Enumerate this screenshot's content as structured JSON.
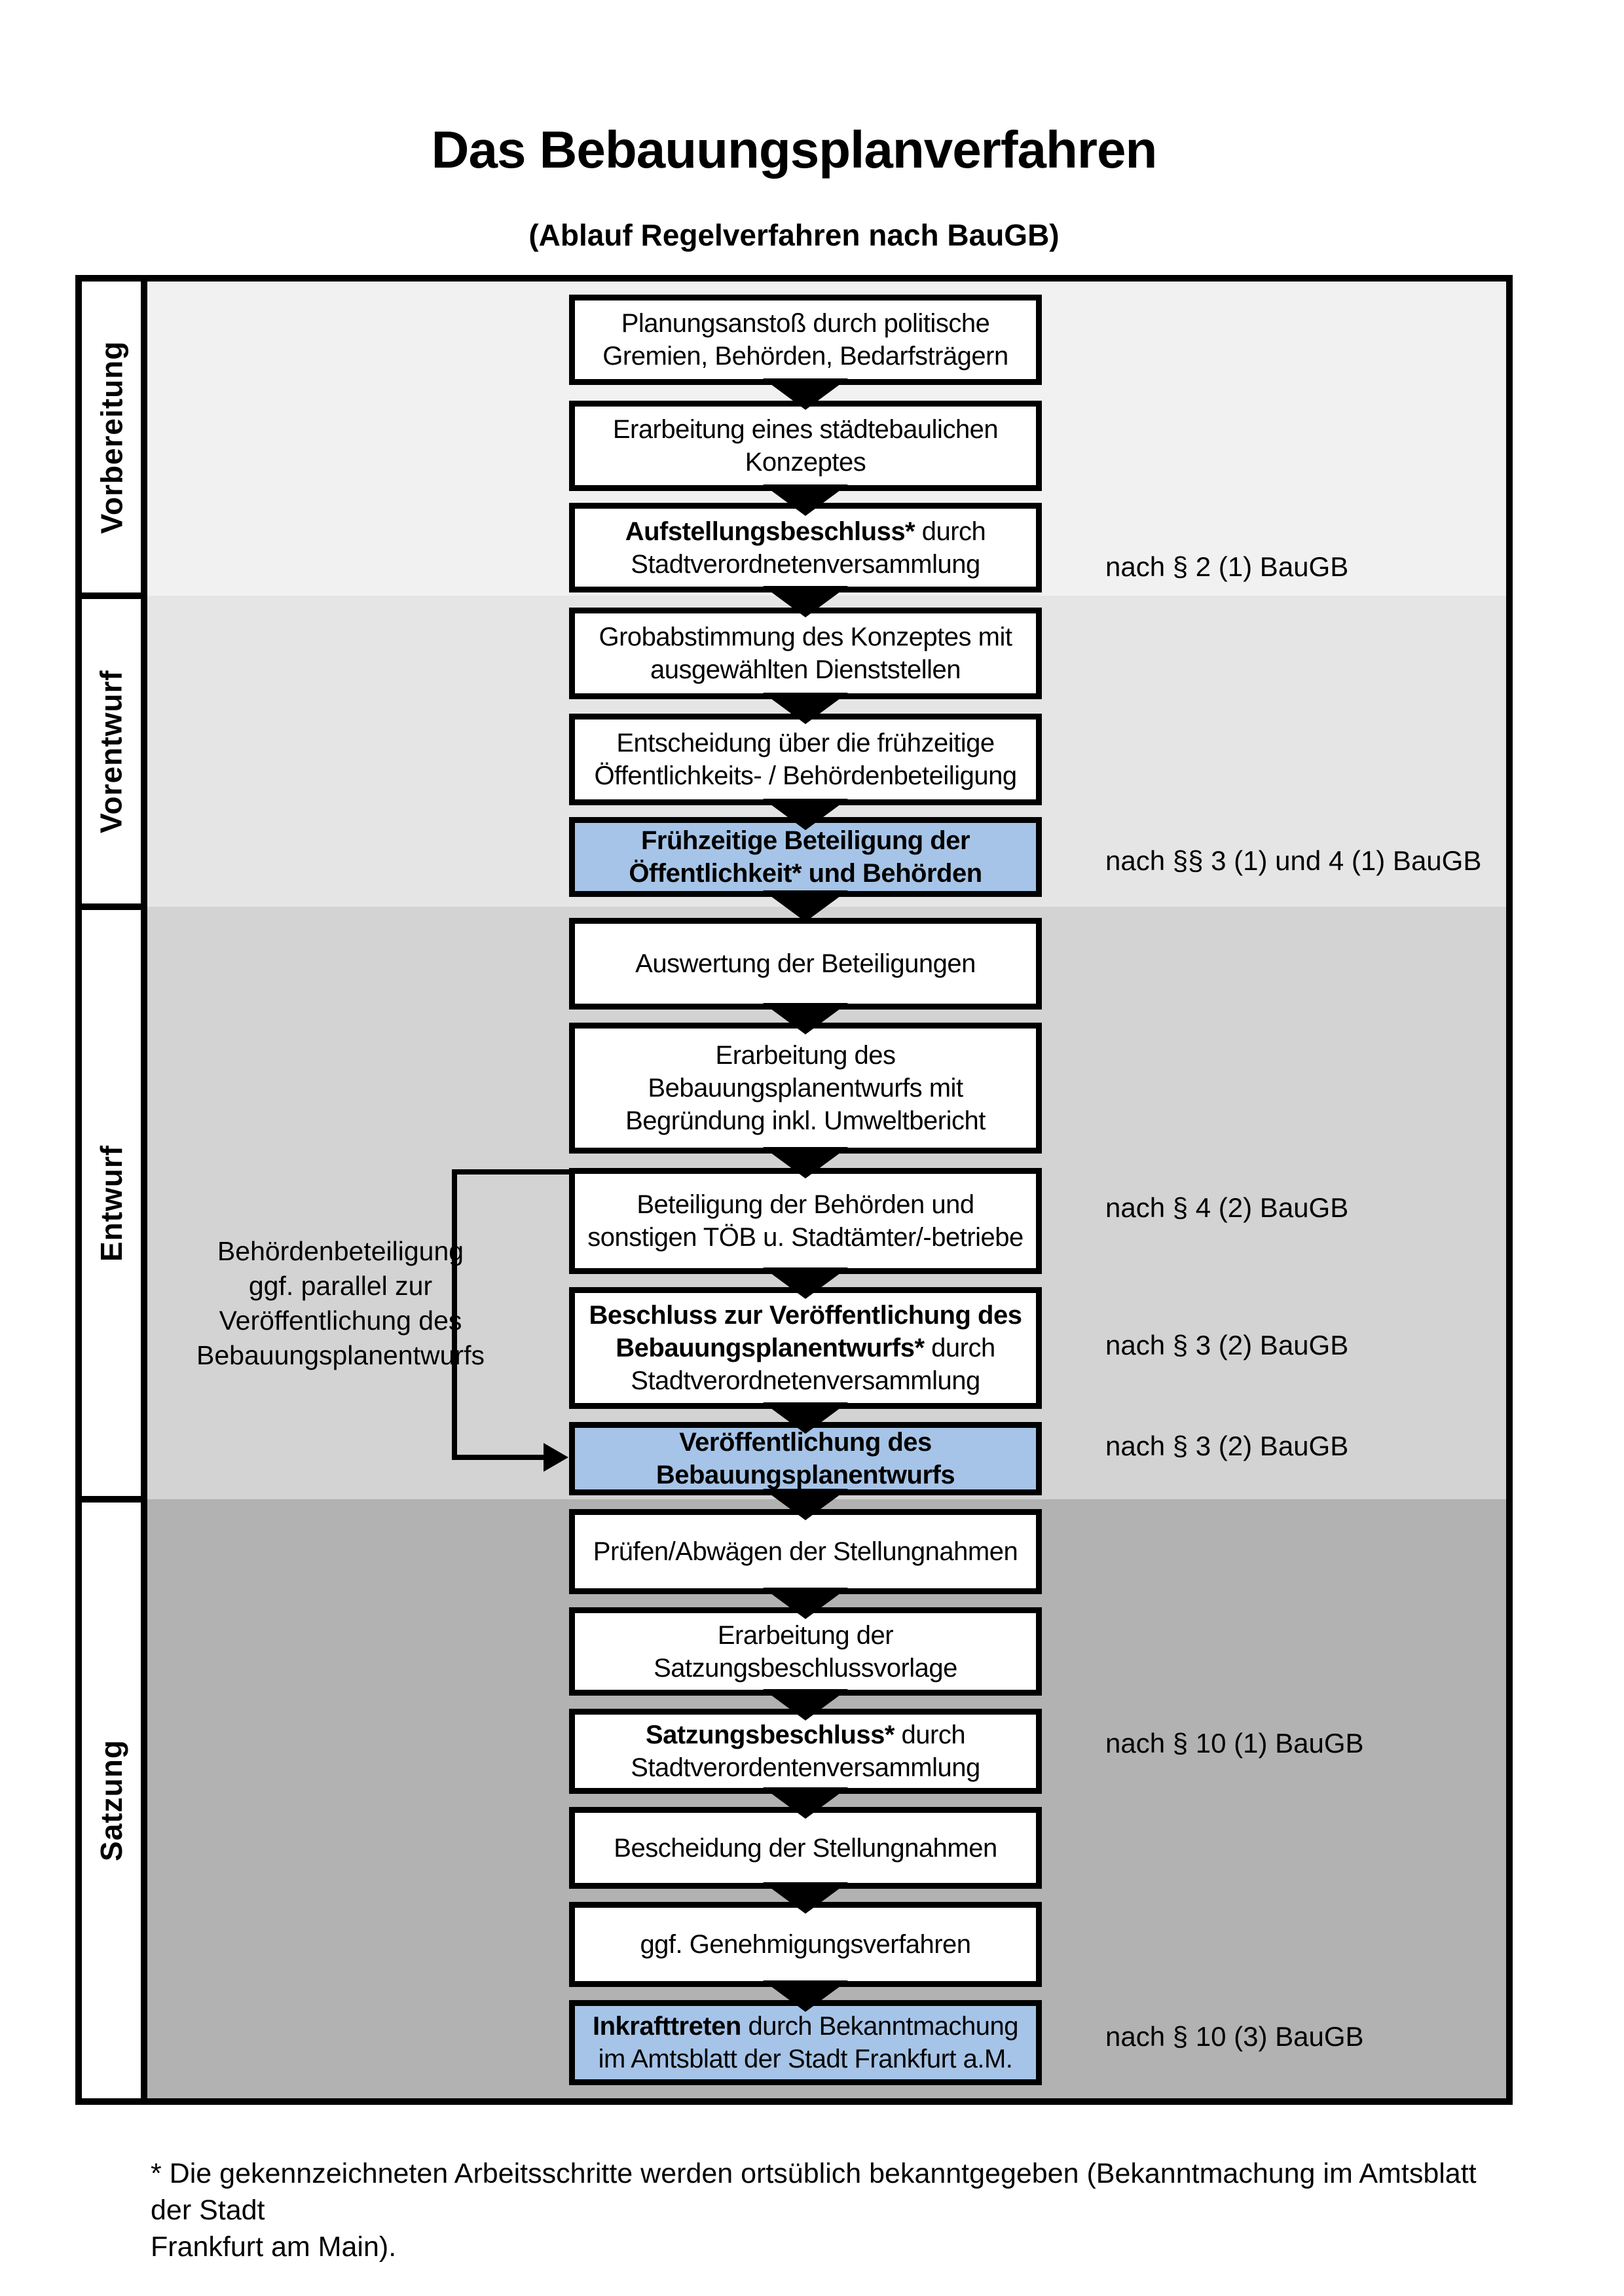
{
  "title": "Das Bebauungsplanverfahren",
  "subtitle": "(Ablauf Regelverfahren nach BauGB)",
  "phases": [
    {
      "label": "Vorbereitung"
    },
    {
      "label": "Vorentwurf"
    },
    {
      "label": "Entwurf"
    },
    {
      "label": "Satzung"
    }
  ],
  "steps": [
    {
      "l1": "Planungsanstoß durch politische",
      "l2": "Gremien, Behörden, Bedarfsträgern"
    },
    {
      "l1": "Erarbeitung eines städtebaulichen",
      "l2": "Konzeptes"
    },
    {
      "l1b": "Aufstellungsbeschluss*",
      "l1": " durch",
      "l2": "Stadtverordnetenversammlung",
      "ref": "nach § 2 (1) BauGB"
    },
    {
      "l1": "Grobabstimmung des Konzeptes mit",
      "l2": "ausgewählten Dienststellen"
    },
    {
      "l1": "Entscheidung über die frühzeitige",
      "l2": "Öffentlichkeits- / Behördenbeteiligung"
    },
    {
      "l1": "Frühzeitige Beteiligung der",
      "l2": "Öffentlichkeit* und Behörden",
      "highlighted": true,
      "ref": "nach §§ 3 (1) und 4 (1) BauGB"
    },
    {
      "l1": "Auswertung der Beteiligungen"
    },
    {
      "l1": "Erarbeitung des",
      "l2": "Bebauungsplanentwurfs mit",
      "l3": "Begründung inkl. Umweltbericht"
    },
    {
      "l1": "Beteiligung der Behörden und",
      "l2": "sonstigen TÖB u. Stadtämter/-betriebe",
      "ref": "nach § 4 (2) BauGB"
    },
    {
      "l1b": "Beschluss zur Veröffentlichung des",
      "l2b": "Bebauungsplanentwurfs*",
      "l2": " durch",
      "l3": "Stadtverordnetenversammlung",
      "ref": "nach § 3 (2) BauGB"
    },
    {
      "l1": "Veröffentlichung des",
      "l2": "Bebauungsplanentwurfs",
      "highlighted": true,
      "ref": "nach § 3 (2) BauGB"
    },
    {
      "l1": "Prüfen/Abwägen der Stellungnahmen"
    },
    {
      "l1": "Erarbeitung der",
      "l2": "Satzungsbeschlussvorlage"
    },
    {
      "l1b": "Satzungsbeschluss*",
      "l1": " durch",
      "l2": "Stadtverordentenversammlung",
      "ref": "nach § 10 (1) BauGB"
    },
    {
      "l1": "Bescheidung der Stellungnahmen"
    },
    {
      "l1": "ggf. Genehmigungsverfahren"
    },
    {
      "l1b": "Inkrafttreten",
      "l1": " durch Bekanntmachung",
      "l2": "im Amtsblatt der Stadt Frankfurt a.M.",
      "highlighted": true,
      "ref": "nach § 10 (3) BauGB"
    }
  ],
  "side_note": "Behördenbeteiligung\nggf. parallel zur\nVeröffentlichung des\nBebauungsplanentwurfs",
  "footnote": "* Die gekennzeichneten Arbeitsschritte werden ortsüblich bekanntgegeben (Bekanntmachung im Amtsblatt  der Stadt\nFrankfurt am Main).",
  "colors": {
    "highlight_box": "#a6c4e7",
    "phase_bg_1": "#f1f1f1",
    "phase_bg_2": "#e5e5e5",
    "phase_bg_3": "#d3d3d3",
    "phase_bg_4": "#b2b2b2"
  }
}
